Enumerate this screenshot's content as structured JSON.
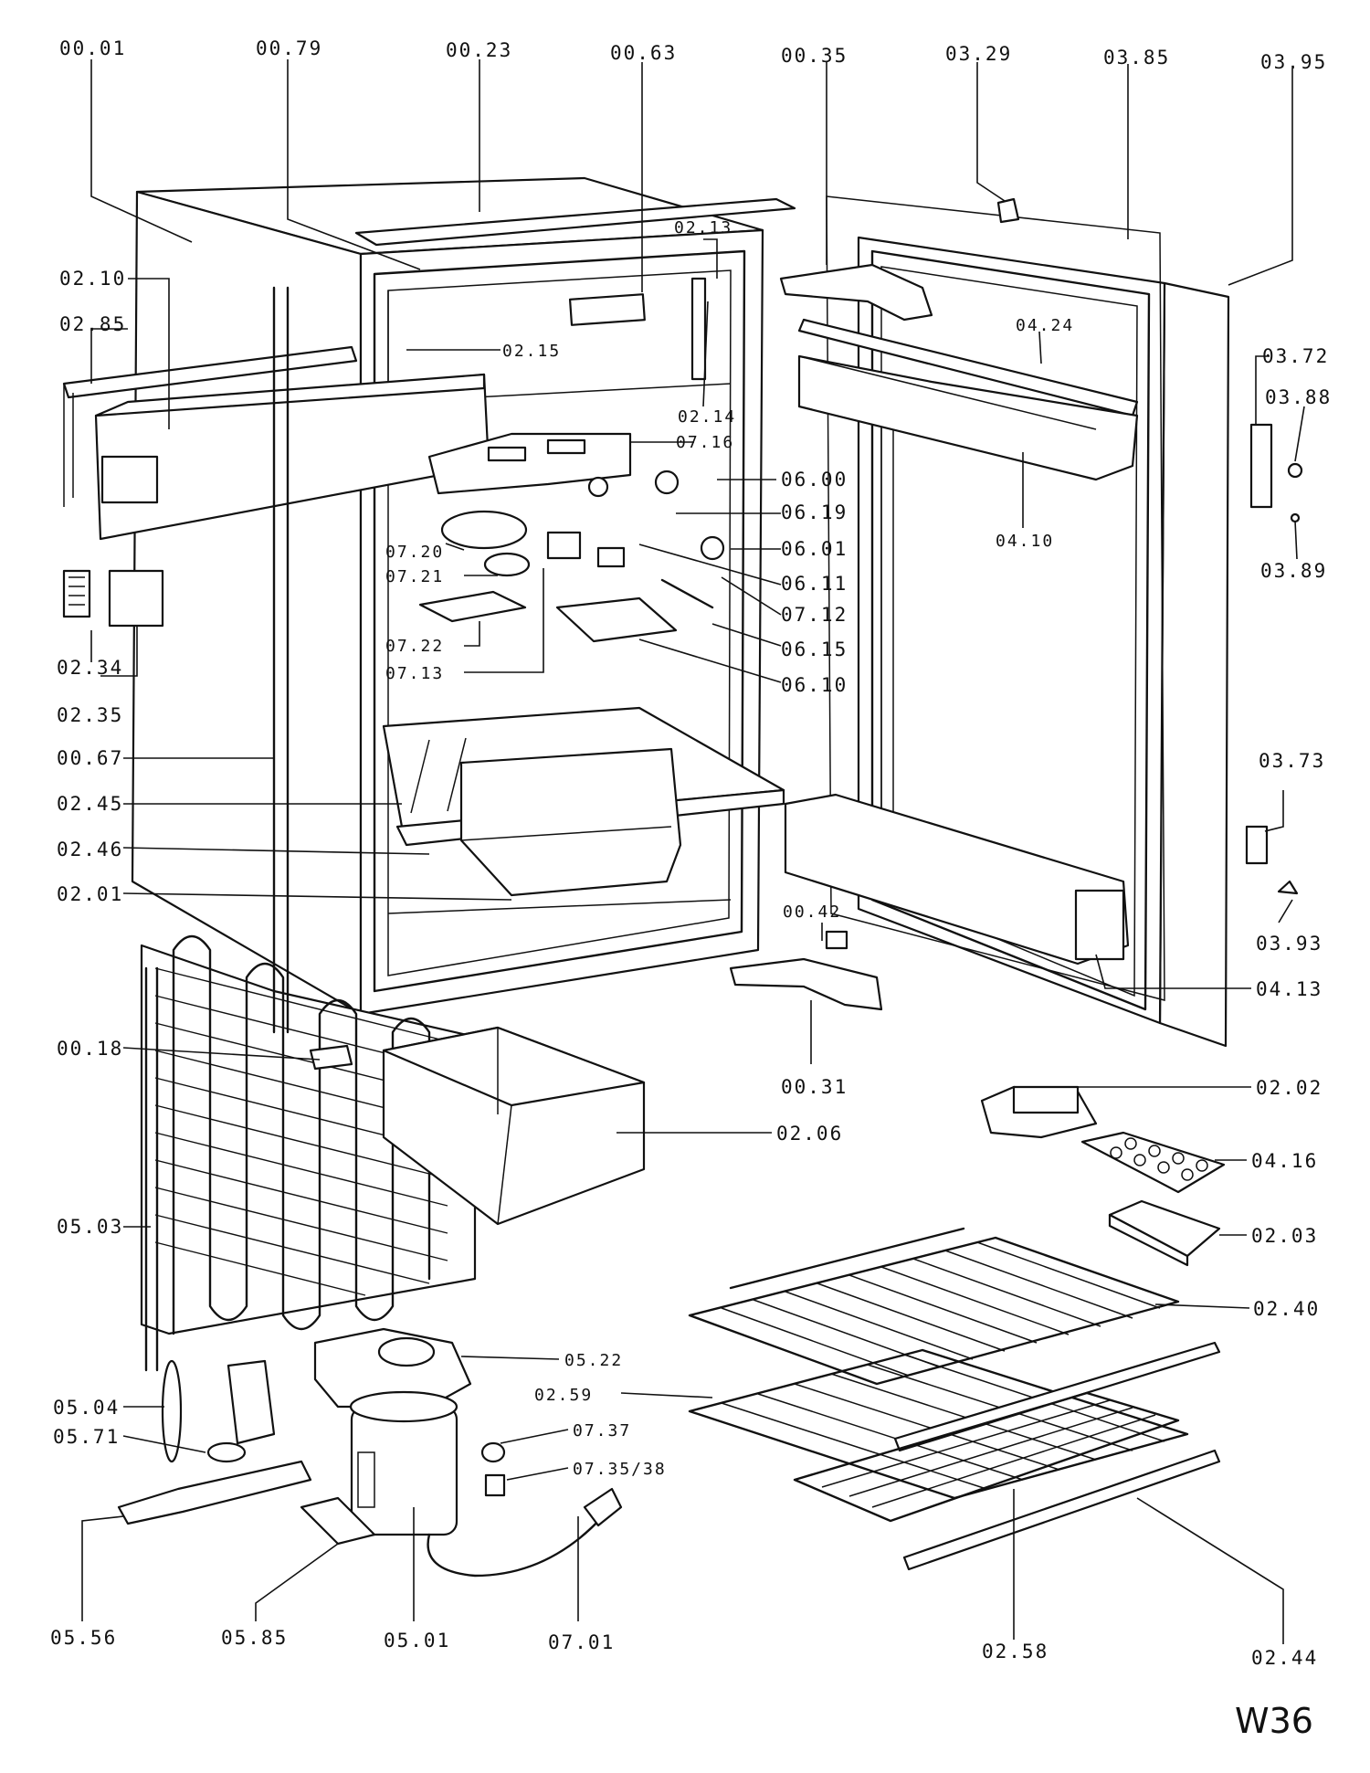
{
  "diagram_code": "W36",
  "labels": {
    "p0001": "00.01",
    "p0079": "00.79",
    "p0023": "00.23",
    "p0063": "00.63",
    "p0035": "00.35",
    "p0329": "03.29",
    "p0385": "03.85",
    "p0395": "03.95",
    "p0213": "02.13",
    "p0210": "02.10",
    "p0285": "02.85",
    "p0215": "02.15",
    "p0424": "04.24",
    "p0372": "03.72",
    "p0388": "03.88",
    "p0214": "02.14",
    "p0716": "07.16",
    "p0600": "06.00",
    "p0410": "04.10",
    "p0619": "06.19",
    "p0389": "03.89",
    "p0720": "07.20",
    "p0601": "06.01",
    "p0721": "07.21",
    "p0611": "06.11",
    "p0712": "07.12",
    "p0234": "02.34",
    "p0722": "07.22",
    "p0615": "06.15",
    "p0713": "07.13",
    "p0610": "06.10",
    "p0235": "02.35",
    "p0067": "00.67",
    "p0373": "03.73",
    "p0245": "02.45",
    "p0246": "02.46",
    "p0201": "02.01",
    "p0042": "00.42",
    "p0393": "03.93",
    "p0413": "04.13",
    "p0018": "00.18",
    "p0031": "00.31",
    "p0202": "02.02",
    "p0206": "02.06",
    "p0416": "04.16",
    "p0503": "05.03",
    "p0203": "02.03",
    "p0240": "02.40",
    "p0522": "05.22",
    "p0259": "02.59",
    "p0504": "05.04",
    "p0737": "07.37",
    "p0571": "05.71",
    "p073538": "07.35/38",
    "p0556": "05.56",
    "p0585": "05.85",
    "p0501": "05.01",
    "p0701": "07.01",
    "p0258": "02.58",
    "p0244": "02.44"
  }
}
